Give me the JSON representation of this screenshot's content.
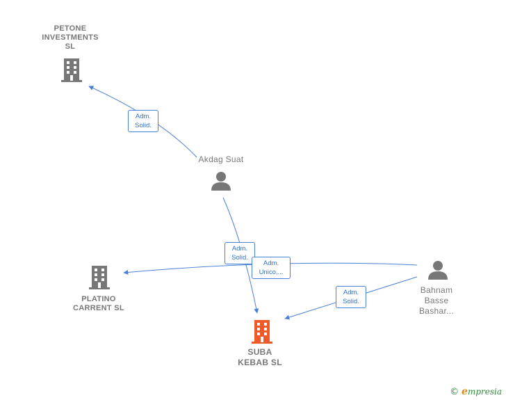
{
  "nodes": {
    "petone": {
      "label_lines": [
        "PETONE",
        "INVESTMENTS",
        "SL"
      ],
      "icon": "building-icon",
      "color": "#777777"
    },
    "akdag": {
      "label_lines": [
        "Akdag Suat"
      ],
      "icon": "person-icon",
      "color": "#777777"
    },
    "platino": {
      "label_lines": [
        "PLATINO",
        "CARRENT SL"
      ],
      "icon": "building-icon",
      "color": "#777777"
    },
    "suba": {
      "label_lines": [
        "SUBA",
        "KEBAB SL"
      ],
      "icon": "building-icon",
      "color": "#f05a28"
    },
    "bahnam": {
      "label_lines": [
        "Bahnam",
        "Basse",
        "Bashar..."
      ],
      "icon": "person-icon",
      "color": "#777777"
    }
  },
  "edges": {
    "akdag_petone": {
      "label_lines": [
        "Adm.",
        "Solid."
      ]
    },
    "akdag_suba": {
      "label_lines": [
        "Adm.",
        "Solid."
      ]
    },
    "bahnam_platino": {
      "label_lines": [
        "Adm.",
        "Unico,..."
      ]
    },
    "bahnam_suba": {
      "label_lines": [
        "Adm.",
        "Solid."
      ]
    }
  },
  "colors": {
    "edge": "#4a7fd6",
    "icon_grey": "#777777",
    "main_accent": "#f05a28"
  },
  "footer": {
    "copyright": "©",
    "brand_initial": "e",
    "brand_rest": "mpresia"
  }
}
